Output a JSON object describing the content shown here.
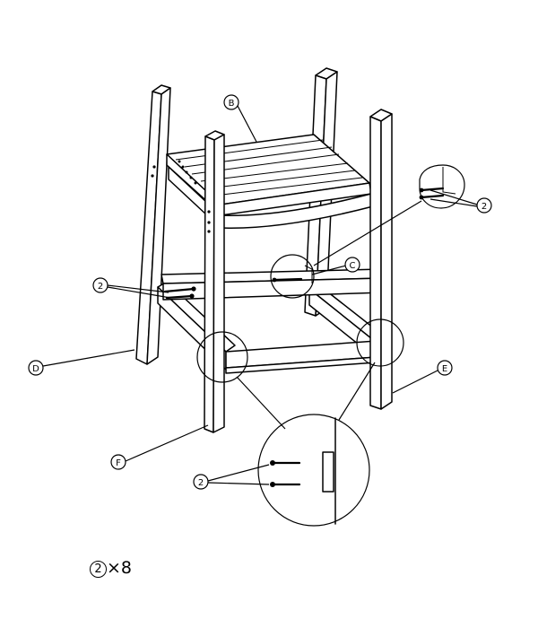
{
  "labels": {
    "B": "B",
    "C": "C",
    "D": "D",
    "E": "E",
    "F": "F"
  },
  "screw_callouts": {
    "left": "2",
    "top_right": "2",
    "zoom": "2"
  },
  "quantity": {
    "item": "2",
    "multiplier": "×8"
  }
}
